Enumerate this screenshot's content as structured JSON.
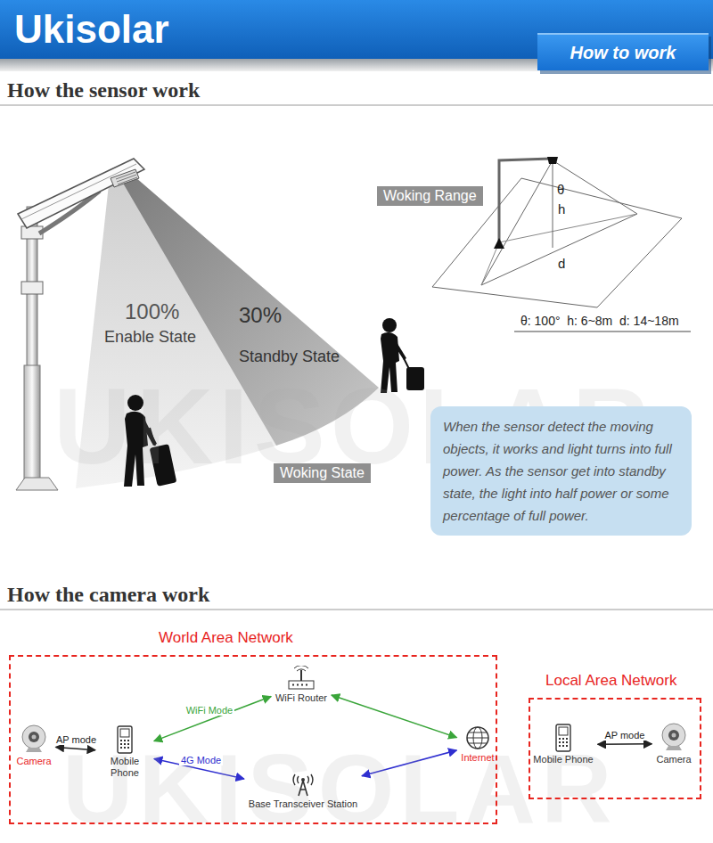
{
  "diagram": {
    "nodes": [
      {
        "text": [
          "How to work"
        ]
      },
      {
        "text": [
          "Woking Range"
        ]
      },
      {
        "text": [
          "When the sensor detect the moving objects, it works and light turns into full power. As the sensor get into standby state, the light into half power or some percentage of full power."
        ]
      },
      {
        "text": [
          "Woking State"
        ]
      },
      {
        "text": [
          "World Area Network"
        ]
      },
      {
        "text": [
          "Camera"
        ],
        "in": 4
      },
      {
        "text": [
          "Mobile Phone"
        ],
        "in": 4
      },
      {
        "text": [
          "WiFi Router"
        ],
        "in": 4
      },
      {
        "text": [
          "Internet"
        ],
        "in": 4
      },
      {
        "text": [
          "Base Transceiver Station"
        ],
        "in": 4
      },
      {
        "text": [
          "Local Area Network"
        ]
      },
      {
        "text": [
          "Mobile Phone"
        ],
        "in": 10
      },
      {
        "text": [
          "Camera"
        ],
        "in": 10
      }
    ],
    "edges": [
      {
        "from": 5,
        "to": 6,
        "label": "AP mode",
        "arrow": "both"
      },
      {
        "from": 6,
        "to": 7,
        "label": "WiFi Mode",
        "arrow": "both"
      },
      {
        "from": 7,
        "to": 8,
        "arrow": "both"
      },
      {
        "from": 6,
        "to": 9,
        "label": "4G Mode",
        "arrow": "both"
      },
      {
        "from": 9,
        "to": 8,
        "arrow": "both"
      },
      {
        "from": 11,
        "to": 12,
        "label": "AP mode",
        "arrow": "both"
      }
    ],
    "labels": [
      "Ukisolar",
      "How the sensor work",
      "100%",
      "Enable State",
      "30%",
      "Standby State",
      "θ",
      "h",
      "d",
      "θ: 100°  h: 6~8m  d: 14~18m",
      "UKISOLAR",
      "How the camera work",
      "UKISOLAR"
    ]
  }
}
